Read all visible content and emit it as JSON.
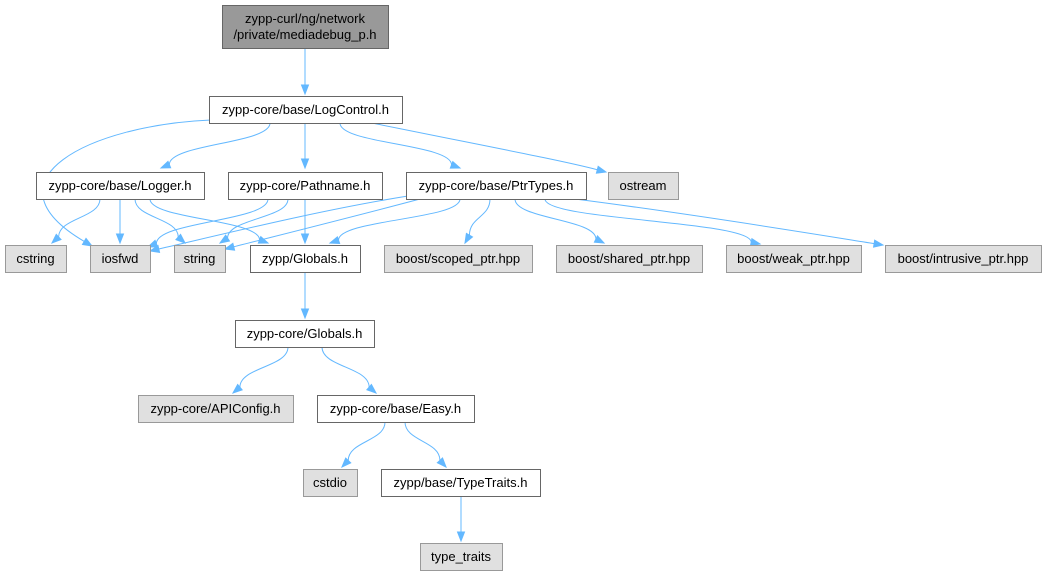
{
  "colors": {
    "root_fill": "#999999",
    "root_stroke": "#666666",
    "internal_fill": "#ffffff",
    "internal_stroke": "#666666",
    "external_fill": "#e0e0e0",
    "external_stroke": "#999999",
    "edge": "#63b8ff"
  },
  "nodes": {
    "root": {
      "lines": [
        "zypp-curl/ng/network",
        "/private/mediadebug_p.h"
      ],
      "kind": "root"
    },
    "logcontrol": {
      "lines": [
        "zypp-core/base/LogControl.h"
      ],
      "kind": "internal"
    },
    "logger": {
      "lines": [
        "zypp-core/base/Logger.h"
      ],
      "kind": "internal"
    },
    "pathname": {
      "lines": [
        "zypp-core/Pathname.h"
      ],
      "kind": "internal"
    },
    "ptrtypes": {
      "lines": [
        "zypp-core/base/PtrTypes.h"
      ],
      "kind": "internal"
    },
    "ostream": {
      "lines": [
        "ostream"
      ],
      "kind": "external"
    },
    "cstring": {
      "lines": [
        "cstring"
      ],
      "kind": "external"
    },
    "iosfwd": {
      "lines": [
        "iosfwd"
      ],
      "kind": "external"
    },
    "string": {
      "lines": [
        "string"
      ],
      "kind": "external"
    },
    "zyppglobals": {
      "lines": [
        "zypp/Globals.h"
      ],
      "kind": "internal"
    },
    "scoped_ptr": {
      "lines": [
        "boost/scoped_ptr.hpp"
      ],
      "kind": "external"
    },
    "shared_ptr": {
      "lines": [
        "boost/shared_ptr.hpp"
      ],
      "kind": "external"
    },
    "weak_ptr": {
      "lines": [
        "boost/weak_ptr.hpp"
      ],
      "kind": "external"
    },
    "intrusive_ptr": {
      "lines": [
        "boost/intrusive_ptr.hpp"
      ],
      "kind": "external"
    },
    "coreglobals": {
      "lines": [
        "zypp-core/Globals.h"
      ],
      "kind": "internal"
    },
    "apiconfig": {
      "lines": [
        "zypp-core/APIConfig.h"
      ],
      "kind": "external"
    },
    "easy": {
      "lines": [
        "zypp-core/base/Easy.h"
      ],
      "kind": "internal"
    },
    "cstdio": {
      "lines": [
        "cstdio"
      ],
      "kind": "external"
    },
    "typetraits": {
      "lines": [
        "zypp/base/TypeTraits.h"
      ],
      "kind": "internal"
    },
    "type_traits": {
      "lines": [
        "type_traits"
      ],
      "kind": "external"
    }
  },
  "edges": [
    [
      "root",
      "logcontrol"
    ],
    [
      "logcontrol",
      "logger"
    ],
    [
      "logcontrol",
      "pathname"
    ],
    [
      "logcontrol",
      "ptrtypes"
    ],
    [
      "logcontrol",
      "ostream"
    ],
    [
      "logcontrol",
      "iosfwd"
    ],
    [
      "logger",
      "cstring"
    ],
    [
      "logger",
      "iosfwd"
    ],
    [
      "logger",
      "string"
    ],
    [
      "logger",
      "zyppglobals"
    ],
    [
      "pathname",
      "iosfwd"
    ],
    [
      "pathname",
      "string"
    ],
    [
      "pathname",
      "zyppglobals"
    ],
    [
      "ptrtypes",
      "iosfwd"
    ],
    [
      "ptrtypes",
      "string"
    ],
    [
      "ptrtypes",
      "zyppglobals"
    ],
    [
      "ptrtypes",
      "scoped_ptr"
    ],
    [
      "ptrtypes",
      "shared_ptr"
    ],
    [
      "ptrtypes",
      "weak_ptr"
    ],
    [
      "ptrtypes",
      "intrusive_ptr"
    ],
    [
      "zyppglobals",
      "coreglobals"
    ],
    [
      "coreglobals",
      "apiconfig"
    ],
    [
      "coreglobals",
      "easy"
    ],
    [
      "easy",
      "cstdio"
    ],
    [
      "easy",
      "typetraits"
    ],
    [
      "typetraits",
      "type_traits"
    ]
  ]
}
